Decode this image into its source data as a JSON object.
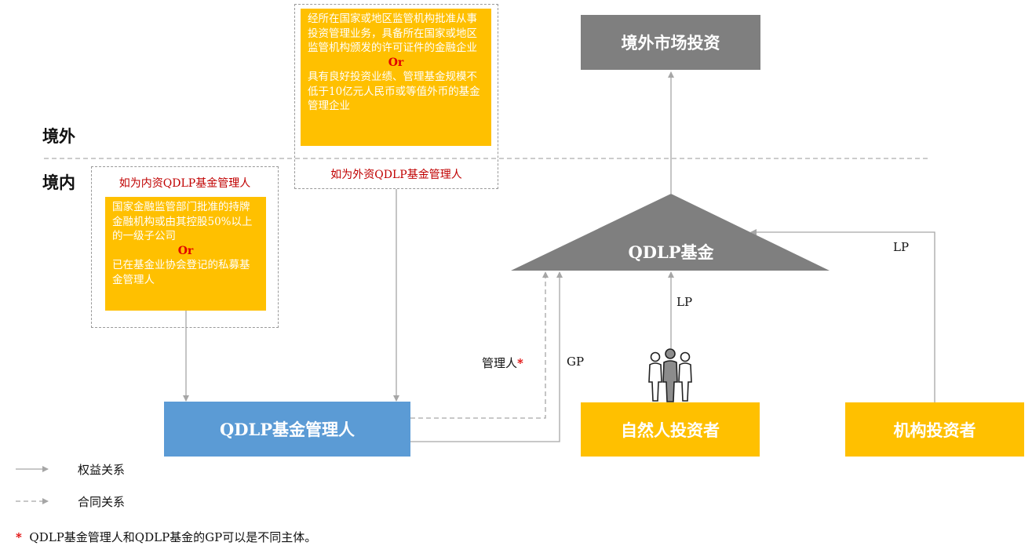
{
  "regions": {
    "overseas": "境外",
    "domestic": "境内"
  },
  "foreign_manager_box": {
    "criteria_1": "经所在国家或地区监管机构批准从事投资管理业务，具备所在国家或地区监管机构颁发的许可证件的金融企业",
    "or": "Or",
    "criteria_2": "具有良好投资业绩、管理基金规模不低于10亿元人民币或等值外币的基金管理企业",
    "caption": "如为外资QDLP基金管理人"
  },
  "domestic_manager_box": {
    "caption": "如为内资QDLP基金管理人",
    "criteria_1": "国家金融监管部门批准的持牌金融机构或由其控股50%以上的一级子公司",
    "or": "Or",
    "criteria_2": "已在基金业协会登记的私募基金管理人"
  },
  "entities": {
    "overseas_market": "境外市场投资",
    "qdlp_fund": "QDLP基金",
    "qdlp_manager": "QDLP基金管理人",
    "individual_investors": "自然人投资者",
    "institutional_investors": "机构投资者"
  },
  "edge_labels": {
    "manager": "管理人",
    "manager_star": "*",
    "gp": "GP",
    "lp_individual": "LP",
    "lp_institution": "LP"
  },
  "legend": {
    "equity": "权益关系",
    "contract": "合同关系"
  },
  "footnote": {
    "star": "*",
    "text": "QDLP基金管理人和QDLP基金的GP可以是不同主体。"
  },
  "colors": {
    "gray": "#7f7f7f",
    "blue": "#5b9bd5",
    "gold": "#ffc000",
    "red": "#e00000",
    "arrow": "#a6a6a6"
  }
}
